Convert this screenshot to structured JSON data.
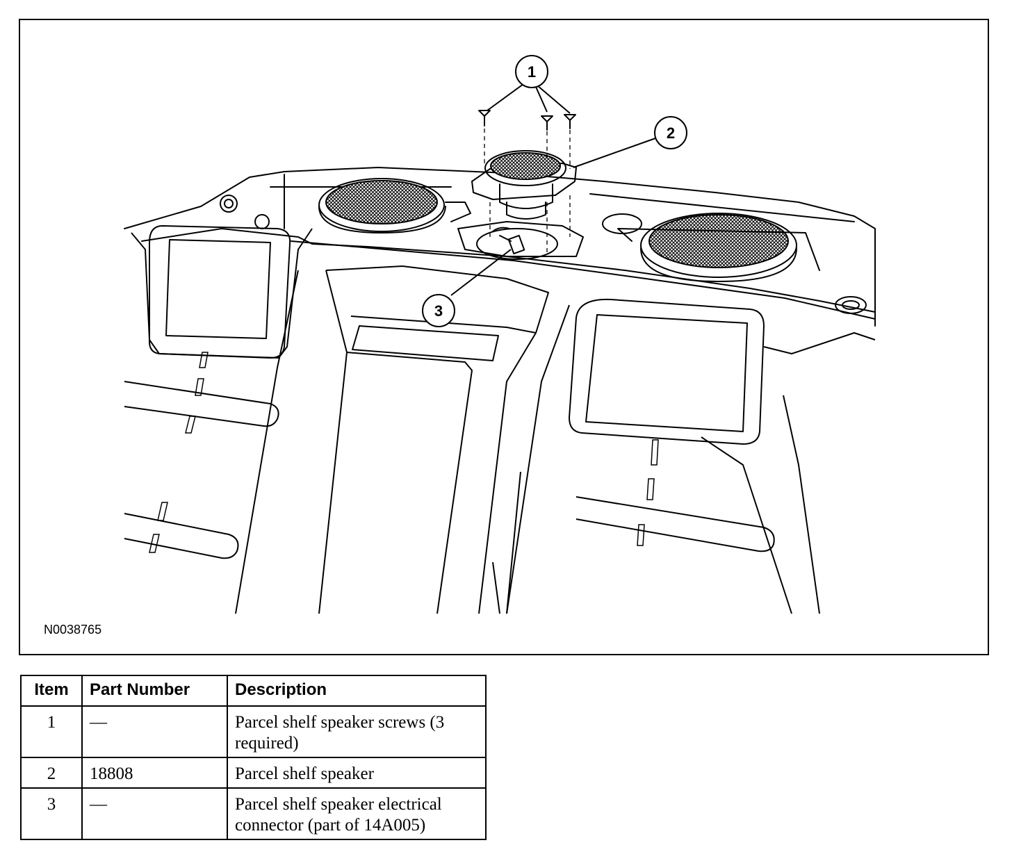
{
  "figure": {
    "id_label": "N0038765",
    "callouts": [
      {
        "number": "1"
      },
      {
        "number": "2"
      },
      {
        "number": "3"
      }
    ]
  },
  "legend": {
    "headers": {
      "item": "Item",
      "part_number": "Part Number",
      "description": "Description"
    },
    "rows": [
      {
        "item": "1",
        "part_number": "—",
        "description": "Parcel shelf speaker screws (3 required)"
      },
      {
        "item": "2",
        "part_number": "18808",
        "description": "Parcel shelf speaker"
      },
      {
        "item": "3",
        "part_number": "—",
        "description": "Parcel shelf speaker electrical connector (part of 14A005)"
      }
    ]
  }
}
